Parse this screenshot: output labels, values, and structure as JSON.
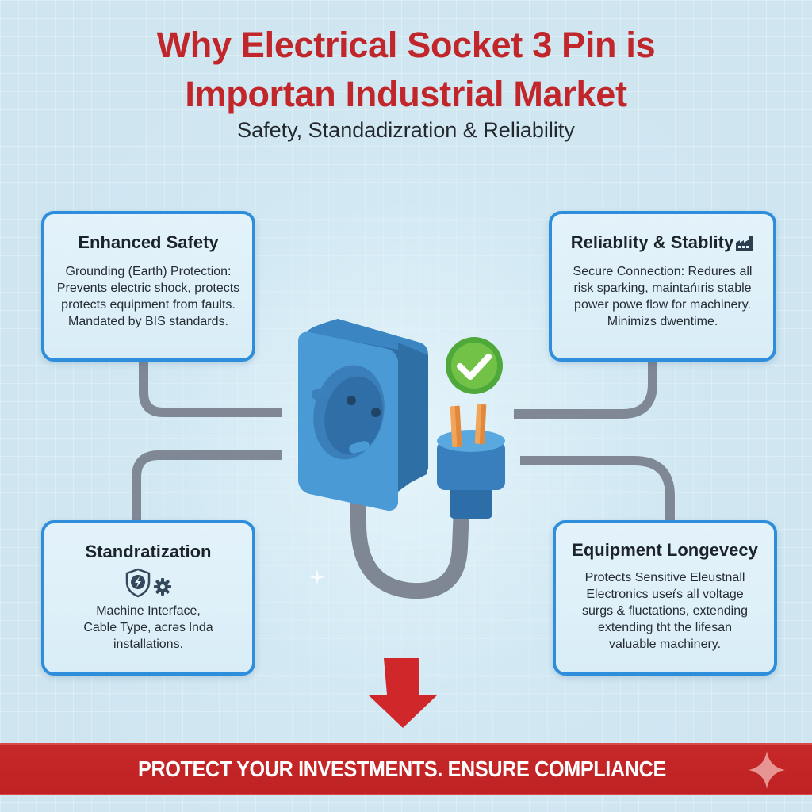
{
  "header": {
    "title_line1": "Why Electrical Socket 3 Pin is",
    "title_line2": "Importan Industrial Market",
    "subtitle": "Safety, Standadizration & Reliability"
  },
  "cards": {
    "safety": {
      "title": "Enhanced Safety",
      "lines": [
        "Grounding (Earth) Protection:",
        "Prevents electric shock, protects",
        "protects equipment from faults.",
        "Mandated by BIS standards."
      ]
    },
    "reliability": {
      "title": "Reliablity & Stablity",
      "icon": "factory-icon",
      "lines": [
        "Secure Connection: Redures all",
        "risk sparking, maintańıris stable",
        "power powe flɔw for machinery.",
        "Minimizs dwentime."
      ]
    },
    "standardization": {
      "title": "Standratization",
      "icons": [
        "shield-bolt-icon",
        "gear-icon"
      ],
      "lines": [
        "Machine Interface,",
        "Cable Type, acrəs lnda",
        "installations."
      ]
    },
    "longevity": {
      "title": "Equipment Longevecy",
      "lines": [
        "Protects Sensitive Eleustnall",
        "Electronics useŕs all voltage",
        "surgs & fluctations, extending",
        "extending tht the lifesan",
        "valuable machinery."
      ]
    }
  },
  "illustration": {
    "socket_icon": "power-socket-icon",
    "plug_icon": "power-plug-icon",
    "status_icon": "check-circle-icon",
    "arrow_icon": "arrow-down-icon"
  },
  "colors": {
    "title_red": "#c0262a",
    "card_border": "#2f8edb",
    "socket_blue": "#3f8fcf",
    "check_green": "#5fb43a",
    "pin_orange": "#f0a050",
    "cable_gray": "#7f8794",
    "banner_red": "#c4262a"
  },
  "banner": {
    "text": "PROTECT YOUR INVESTMENTS. ENSURE COMPLIANCE",
    "icon": "sparkle-icon"
  }
}
